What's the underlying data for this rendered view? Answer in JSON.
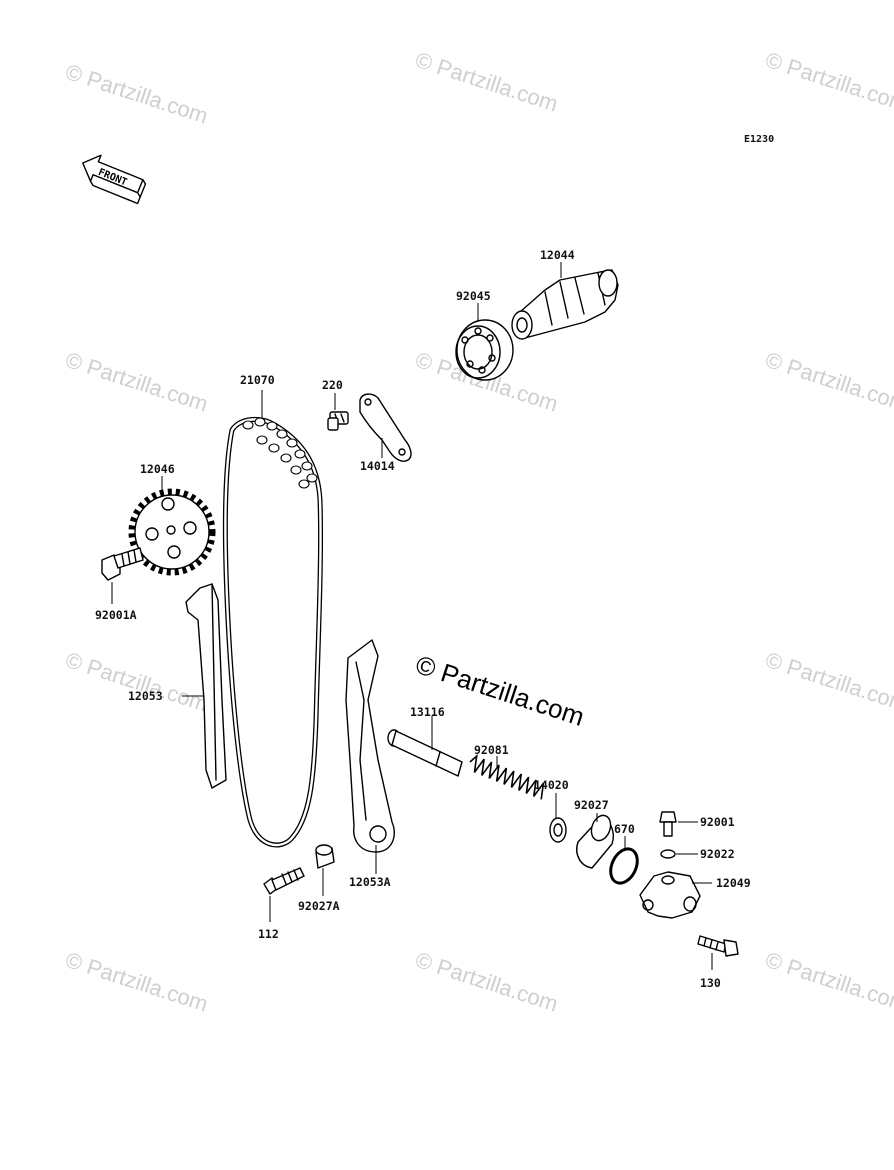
{
  "diagram_code": "E1230",
  "front_label": "FRONT",
  "watermark_text": "© Partzilla.com",
  "center_watermark": "© Partzilla.com",
  "parts": {
    "camshaft": "12044",
    "bearing": "92045",
    "chain": "21070",
    "screw_220": "220",
    "plate": "14014",
    "sprocket": "12046",
    "sprocket_bolt": "92001A",
    "guide": "12053",
    "tensioner_guide": "12053A",
    "rod": "13116",
    "spring": "92081",
    "nut": "14020",
    "collar": "92027",
    "oring": "670",
    "bolt_92001": "92001",
    "washer": "92022",
    "tensioner_body": "12049",
    "bolt_112": "112",
    "collar_a": "92027A",
    "bolt_130": "130"
  }
}
